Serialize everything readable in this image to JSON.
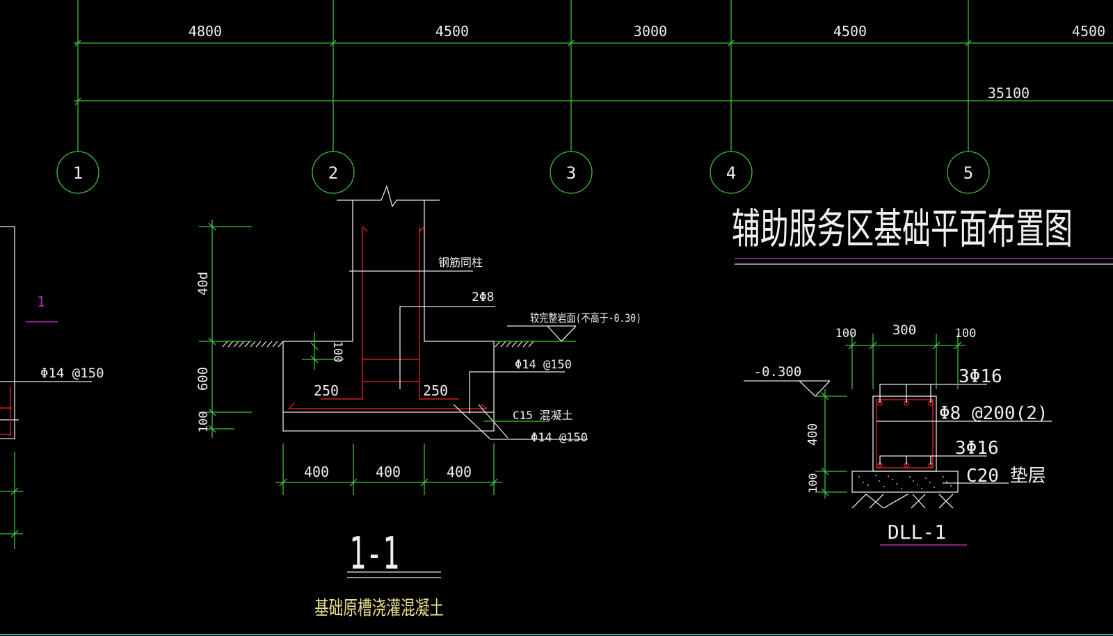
{
  "axes": {
    "labels": [
      "1",
      "2",
      "3",
      "4",
      "5"
    ],
    "spans": [
      "4800",
      "4500",
      "3000",
      "4500",
      "4500"
    ],
    "total": "35100"
  },
  "plan": {
    "title": "辅助服务区基础平面布置图"
  },
  "left_fragment": {
    "section_mark": "1",
    "rebar_label": "Φ14 @150"
  },
  "section_1_1": {
    "dims_vertical": [
      "40d",
      "600",
      "100"
    ],
    "dim_inner": "100",
    "dims_horizontal": [
      "400",
      "400",
      "400"
    ],
    "offsets": [
      "250",
      "250"
    ],
    "callouts": {
      "column_rebar": "钢筋同柱",
      "stirrups": "2Φ8",
      "rock_surface": "较完整岩面(不高于-0.30)",
      "top_rebar": "Φ14 @150",
      "concrete": "C15 混凝土",
      "bottom_rebar": "Φ14 @150"
    },
    "title": "1-1",
    "subtitle": "基础原槽浇灌混凝土"
  },
  "beam_dll1": {
    "elevation": "-0.300",
    "dims_top": [
      "100",
      "300",
      "100"
    ],
    "dims_side": [
      "400",
      "100"
    ],
    "top_bars": "3Φ16",
    "stirrups": "Φ8 @200(2)",
    "bottom_bars": "3Φ16",
    "cushion": "C20 垫层",
    "title": "DLL-1"
  },
  "colors": {
    "background": "#000000",
    "dimension": "#3fbf3f",
    "outline": "#e8e8e8",
    "rebar": "#d02020",
    "accent": "#b030b0",
    "subtitle": "#e8e08a"
  }
}
